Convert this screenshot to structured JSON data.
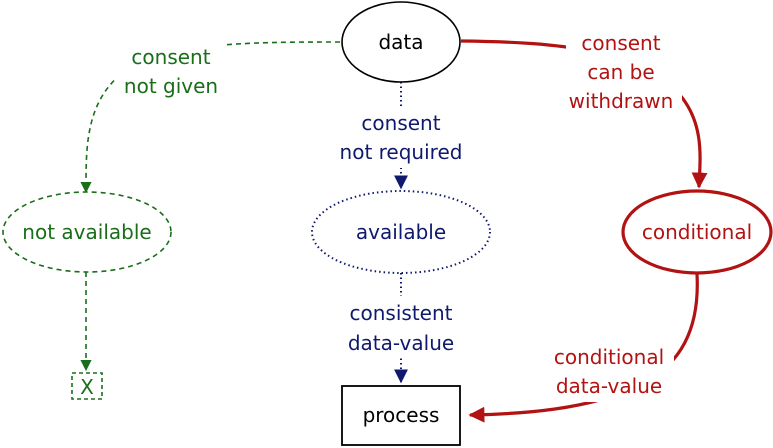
{
  "colors": {
    "black": "#000000",
    "green": "#1a6e1a",
    "navy": "#0f1a6e",
    "red": "#b31212"
  },
  "nodes": {
    "data": "data",
    "not_available": "not available",
    "available": "available",
    "conditional": "conditional",
    "process": "process",
    "exit_marker": "X"
  },
  "edges": {
    "consent_not_given": [
      "consent",
      "not given"
    ],
    "consent_not_required": [
      "consent",
      "not required"
    ],
    "consent_can_be_withdrawn": [
      "consent",
      "can be",
      "withdrawn"
    ],
    "consistent_data_value": [
      "consistent",
      "data-value"
    ],
    "conditional_data_value": [
      "conditional",
      "data-value"
    ]
  }
}
